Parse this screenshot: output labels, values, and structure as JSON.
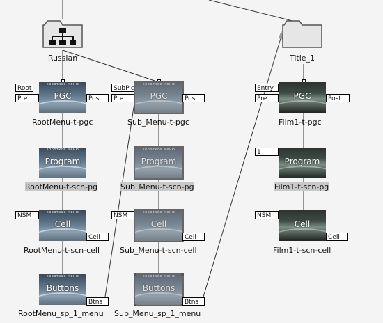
{
  "folders": {
    "russian": "Russian",
    "title1": "Title_1"
  },
  "nodes": {
    "root_pgc": {
      "caption": "PGC",
      "label": "RootMenu-t-pgc",
      "top_tag": "Root",
      "left_tag": "Pre",
      "right_tag": "Post"
    },
    "sub_pgc": {
      "caption": "PGC",
      "label": "Sub_Menu-t-pgc",
      "top_tag": "SubPic",
      "left_tag": "Pre",
      "right_tag": "Post"
    },
    "film_pgc": {
      "caption": "PGC",
      "label": "Film1-t-pgc",
      "top_tag": "Entry",
      "left_tag": "Pre",
      "right_tag": "Post"
    },
    "root_prog": {
      "caption": "Program",
      "label": "RootMenu-t-scn-pg"
    },
    "sub_prog": {
      "caption": "Program",
      "label": "Sub_Menu-t-scn-pg"
    },
    "film_prog": {
      "caption": "Program",
      "label": "Film1-t-scn-pg",
      "top_tag": "1"
    },
    "root_cell": {
      "caption": "Cell",
      "label": "RootMenu-t-scn-cell",
      "top_tag": "NSM",
      "right_tag": "Cell"
    },
    "sub_cell": {
      "caption": "Cell",
      "label": "Sub_Menu-t-scn-cell",
      "top_tag": "NSM",
      "right_tag": "Cell"
    },
    "film_cell": {
      "caption": "Cell",
      "label": "Film1-t-scn-cell",
      "top_tag": "NSM",
      "right_tag": "Cell"
    },
    "root_btn": {
      "caption": "Buttons",
      "label": "RootMenu_sp_1_menu",
      "right_tag": "Btns"
    },
    "sub_btn": {
      "caption": "Buttons",
      "label": "Sub_Menu_sp_1_menu",
      "right_tag": "Btns"
    }
  },
  "thumb_title_text": "короткое меню",
  "icons": {
    "russian_folder": "hierarchy-folder-icon",
    "title_folder": "folder-icon"
  },
  "colors": {
    "background": "#f4f4f4",
    "link": "#333333",
    "tag_border": "#000000",
    "highlight": "#c8c8c8"
  }
}
